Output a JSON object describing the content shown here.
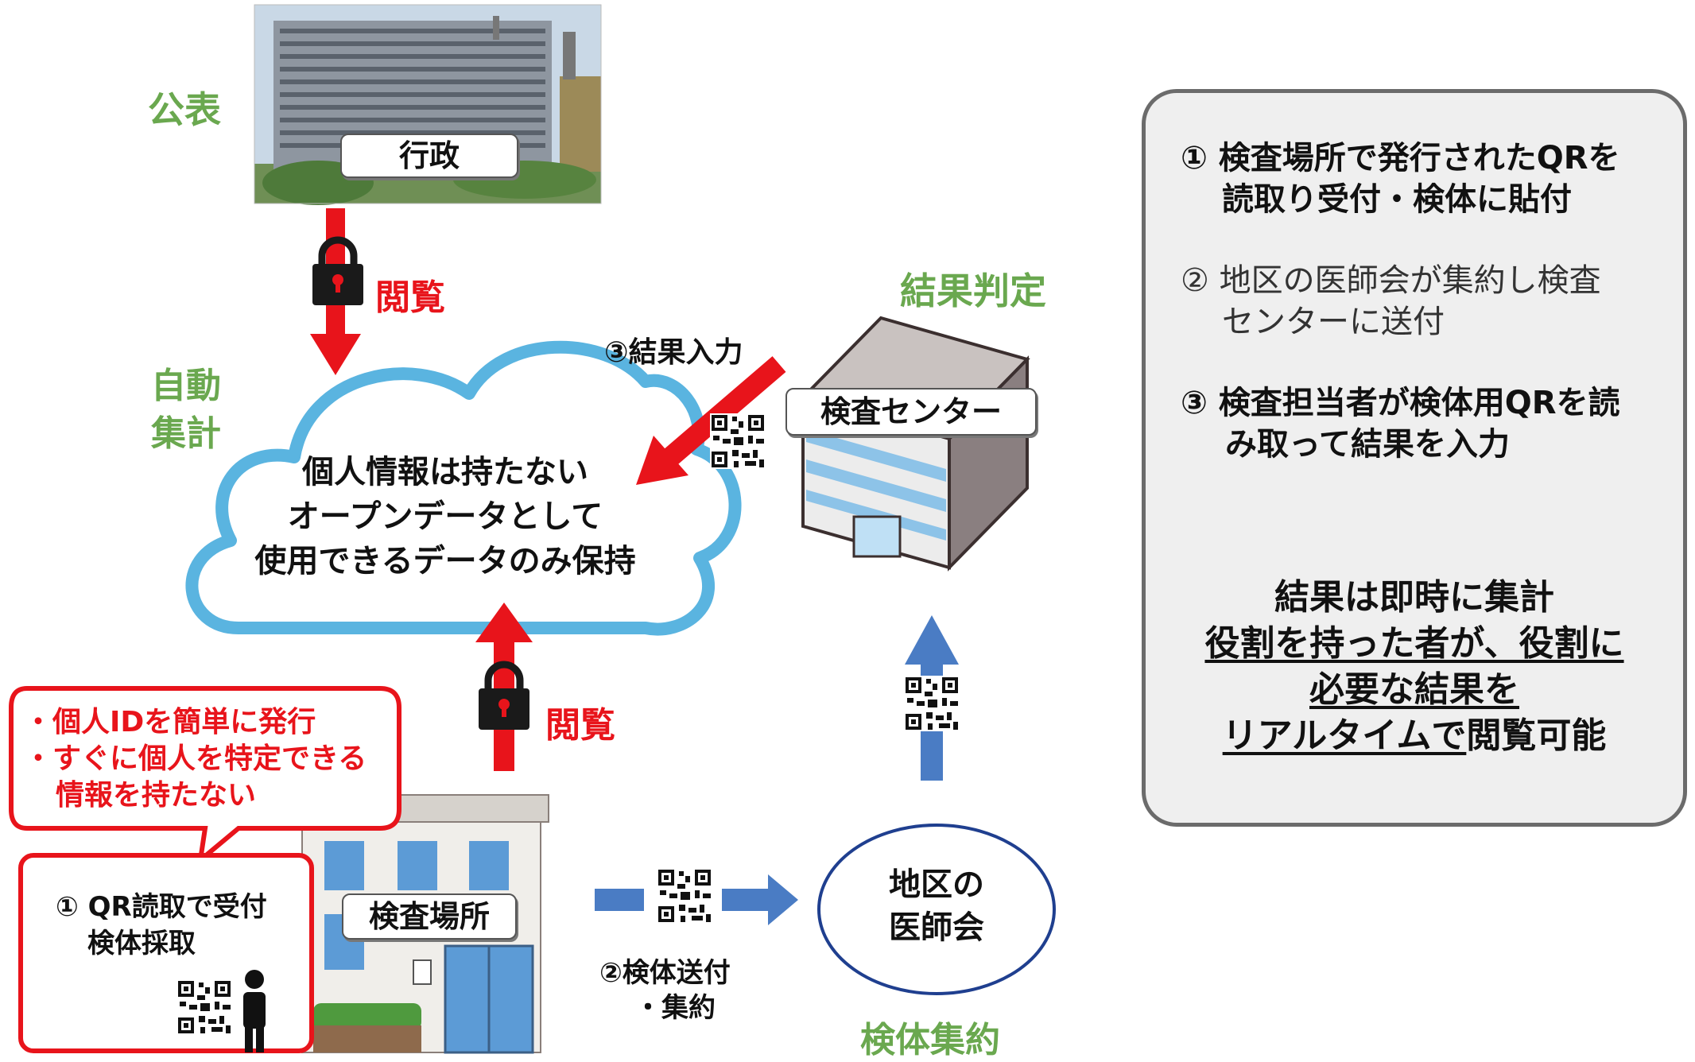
{
  "labels": {
    "publish": "公表",
    "gov": "行政",
    "view_top": "閲覧",
    "auto_1": "自動",
    "auto_2": "集計",
    "result_judge": "結果判定",
    "result_input": "③結果入力",
    "center": "検査センター",
    "cloud_1": "個人情報は持たない",
    "cloud_2": "オープンデータとして",
    "cloud_3": "使用できるデータのみ保持",
    "view_bottom": "閲覧",
    "site": "検査場所",
    "send_1": "②検体送付",
    "send_2": "・集約",
    "district_1": "地区の",
    "district_2": "医師会",
    "collect": "検体集約"
  },
  "callout": {
    "line1": "・個人IDを簡単に発行",
    "line2": "・すぐに個人を特定できる",
    "line3": "情報を持たない"
  },
  "reception": {
    "line1": "① QR読取で受付",
    "line2": "検体採取"
  },
  "panel": {
    "s1_1": "① 検査場所で発行されたQRを",
    "s1_2": "読取り受付・検体に貼付",
    "s2_1": "② 地区の医師会が集約し検査",
    "s2_2": "センターに送付",
    "s3_1": "③ 検査担当者が検体用QRを読",
    "s3_2": "み取って結果を入力",
    "r1": "結果は即時に集計",
    "r2": "役割を持った者が、役割に",
    "r3": "必要な結果を",
    "r4a": "リアルタイムで",
    "r4b": "閲覧可能"
  },
  "colors": {
    "red": "#e8141b",
    "green": "#6aa84f",
    "blue": "#4a7cc4",
    "cloud": "#5ab4e0"
  },
  "icons": [
    "lock-icon",
    "qr-code-icon",
    "person-icon",
    "down-arrow-icon"
  ]
}
